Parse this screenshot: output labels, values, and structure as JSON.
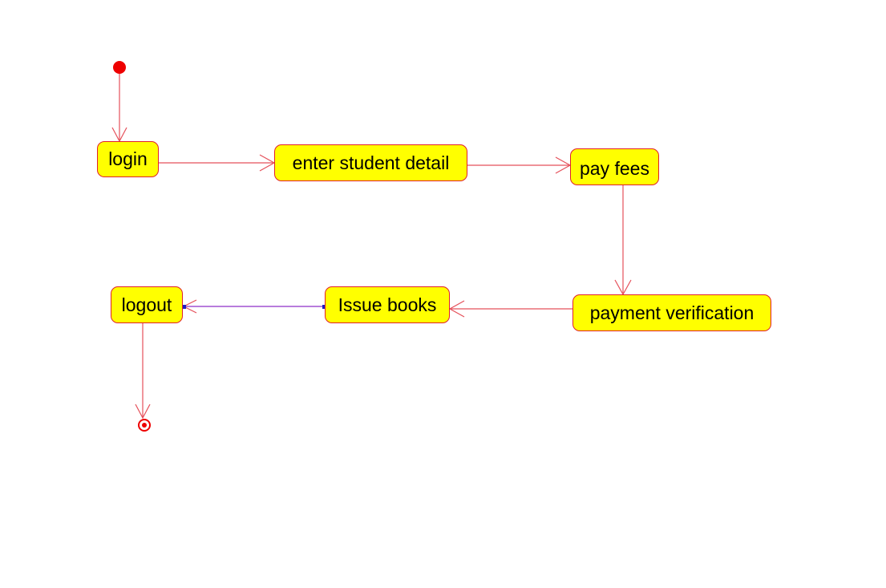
{
  "diagram": {
    "type": "activity",
    "start_node": {
      "name": "initial-node"
    },
    "end_node": {
      "name": "final-node"
    },
    "activities": [
      {
        "id": "login",
        "label": "login"
      },
      {
        "id": "enter_student_detail",
        "label": "enter student detail"
      },
      {
        "id": "pay_fees",
        "label": "pay fees"
      },
      {
        "id": "payment_verification",
        "label": "payment verification"
      },
      {
        "id": "issue_books",
        "label": "Issue books"
      },
      {
        "id": "logout",
        "label": "logout"
      }
    ],
    "transitions": [
      {
        "from": "initial-node",
        "to": "login"
      },
      {
        "from": "login",
        "to": "enter_student_detail"
      },
      {
        "from": "enter_student_detail",
        "to": "pay_fees"
      },
      {
        "from": "pay_fees",
        "to": "payment_verification"
      },
      {
        "from": "payment_verification",
        "to": "issue_books"
      },
      {
        "from": "issue_books",
        "to": "logout"
      },
      {
        "from": "logout",
        "to": "final-node"
      }
    ]
  },
  "colors": {
    "node_fill": "#ffff00",
    "node_border": "#e0202a",
    "edge": "#e5505a",
    "highlighted_edge": "#a050d0",
    "edge_handle": "#2020c0",
    "start_end": "#ee0000"
  }
}
